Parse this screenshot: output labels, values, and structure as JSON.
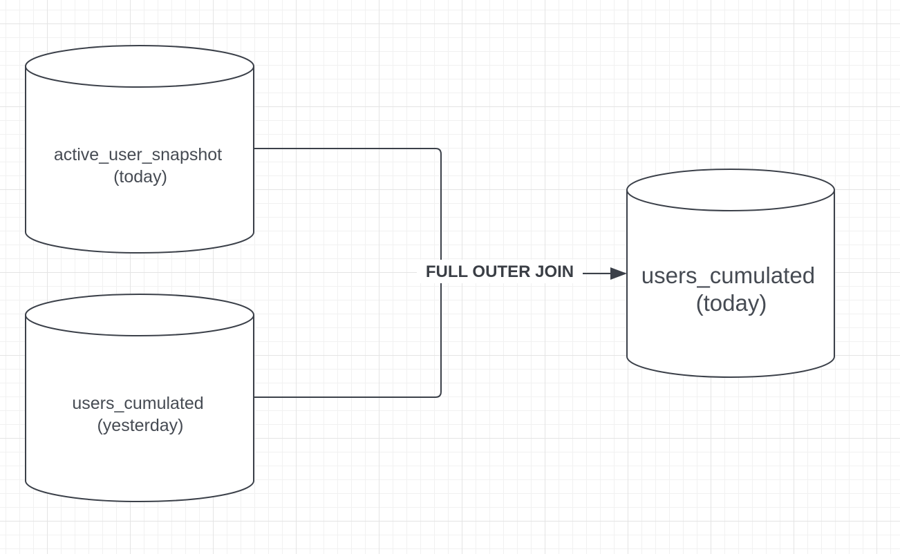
{
  "diagram": {
    "nodes": [
      {
        "id": "active-user-snapshot",
        "shape": "cylinder",
        "line1": "active_user_snapshot",
        "line2": "(today)"
      },
      {
        "id": "users-cumulated-yesterday",
        "shape": "cylinder",
        "line1": "users_cumulated",
        "line2": "(yesterday)"
      },
      {
        "id": "users-cumulated-today",
        "shape": "cylinder",
        "line1": "users_cumulated",
        "line2": "(today)"
      }
    ],
    "edges": [
      {
        "from": [
          "active-user-snapshot",
          "users-cumulated-yesterday"
        ],
        "to": "users-cumulated-today",
        "label": "FULL OUTER JOIN"
      }
    ]
  },
  "colors": {
    "stroke": "#3b4049",
    "text": "#464b53",
    "label": "#3a3e45",
    "fill": "#ffffff",
    "grid": "#e4e4e4"
  }
}
